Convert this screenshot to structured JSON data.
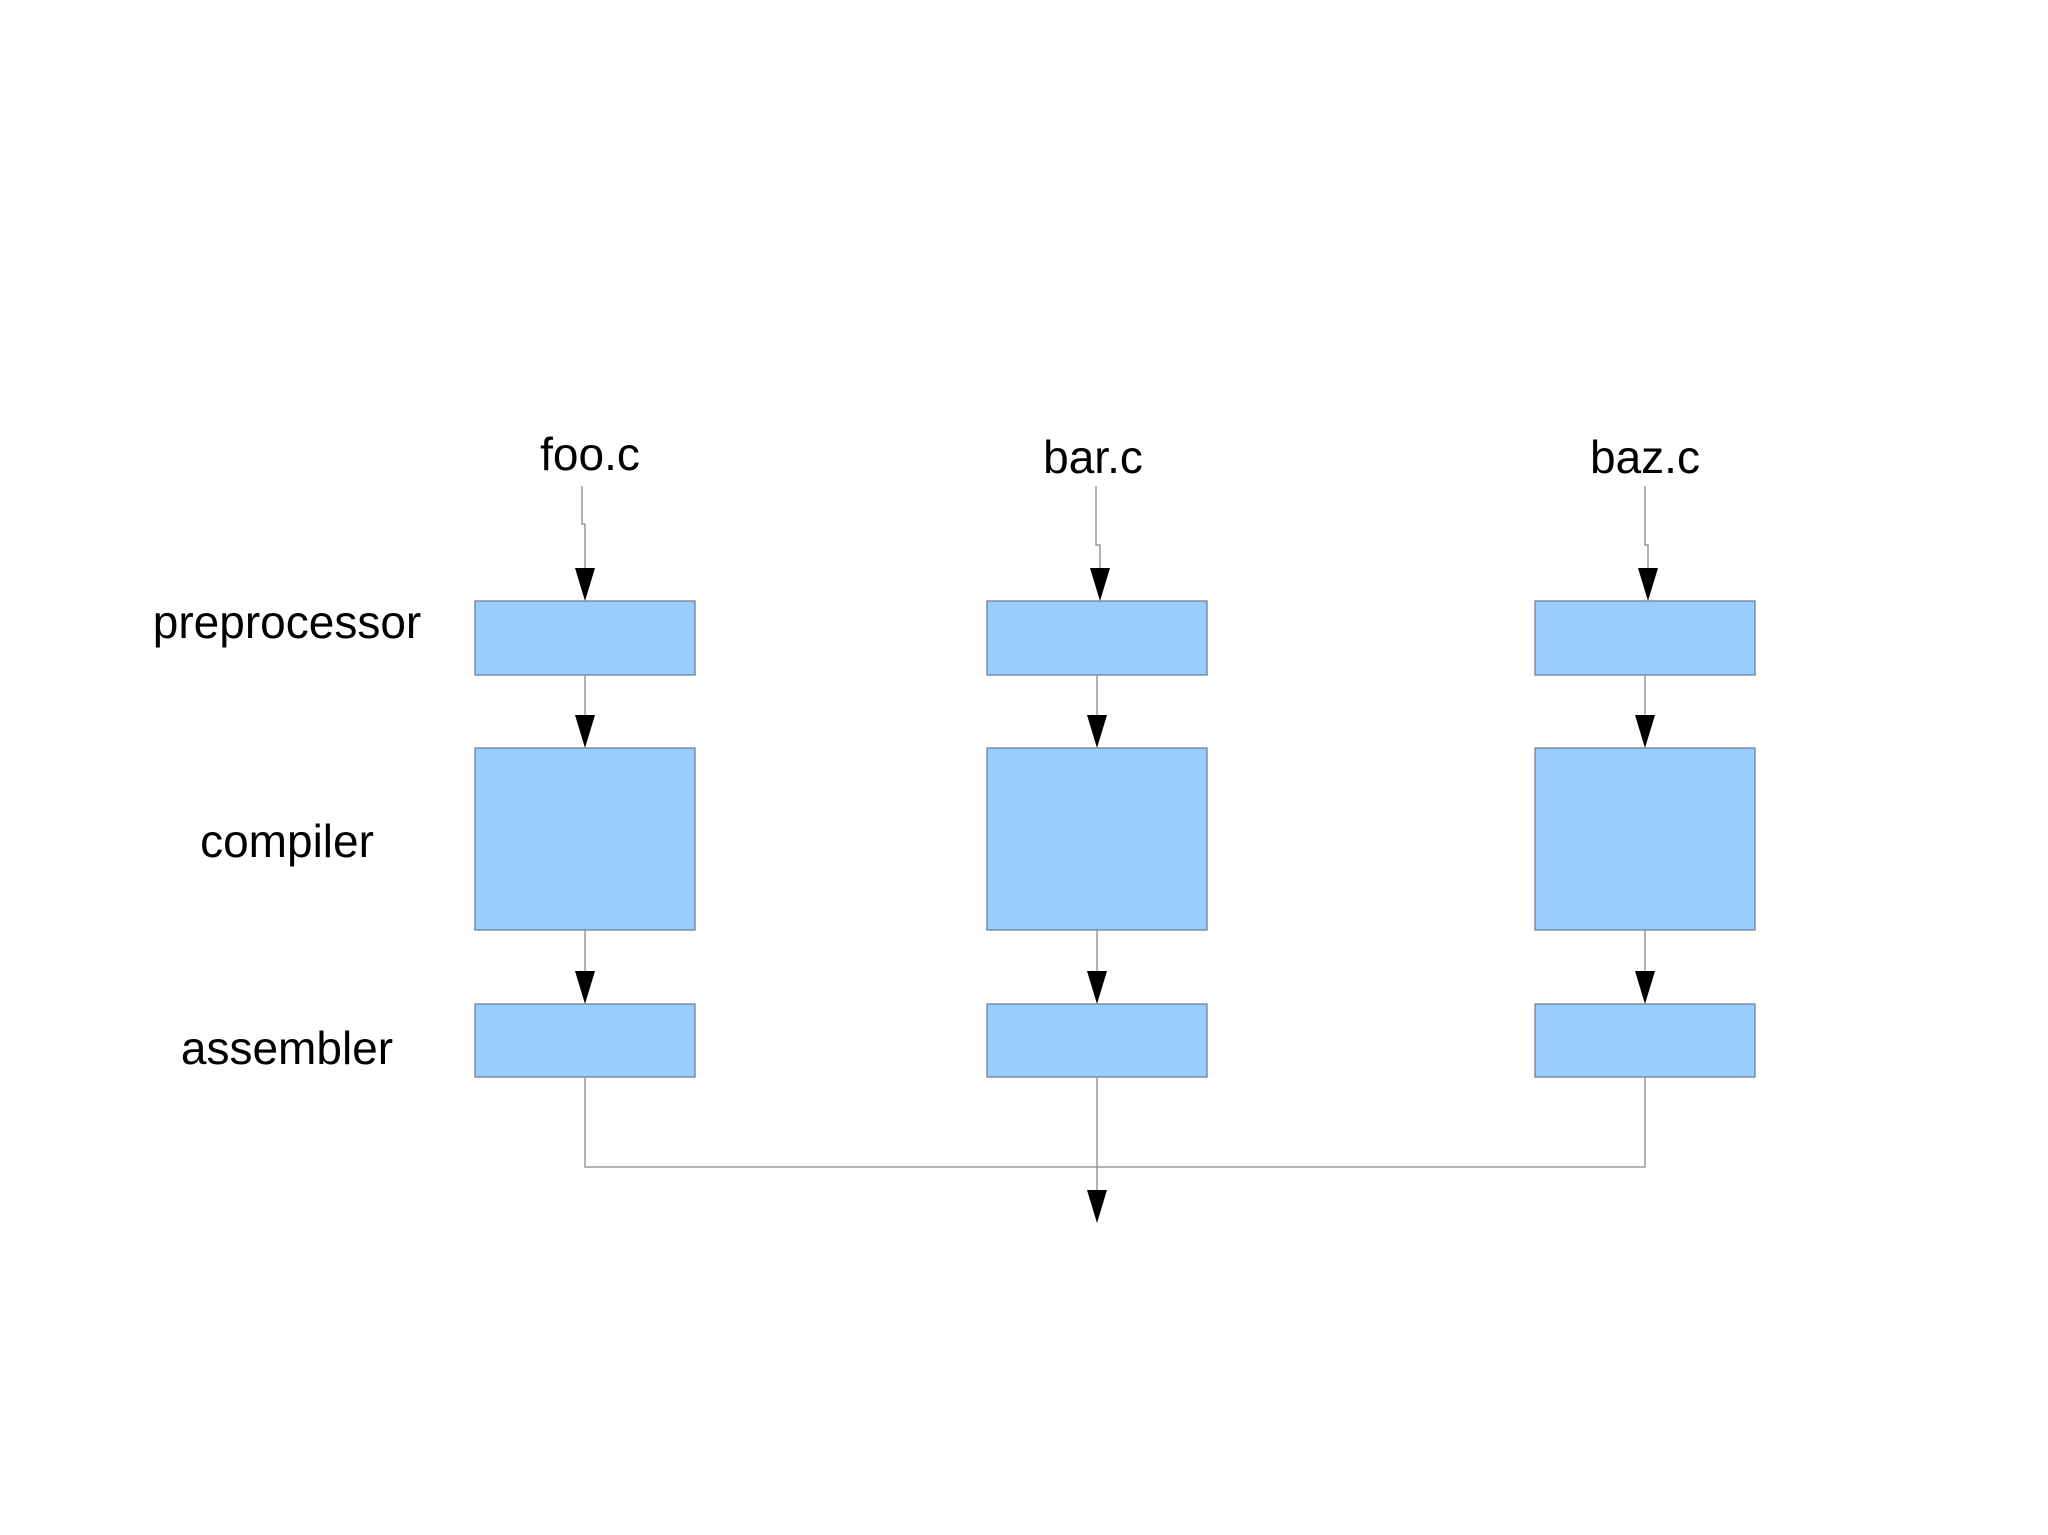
{
  "colors": {
    "background": "#ffffff",
    "box_fill": "#99ccff",
    "box_stroke": "#6f7f99",
    "connector": "#888888",
    "arrowhead": "#000000",
    "text": "#000000"
  },
  "stages": [
    {
      "id": "preprocessor",
      "label": "preprocessor"
    },
    {
      "id": "compiler",
      "label": "compiler"
    },
    {
      "id": "assembler",
      "label": "assembler"
    }
  ],
  "sources": [
    {
      "id": "foo",
      "label": "foo.c"
    },
    {
      "id": "bar",
      "label": "bar.c"
    },
    {
      "id": "baz",
      "label": "baz.c"
    }
  ]
}
